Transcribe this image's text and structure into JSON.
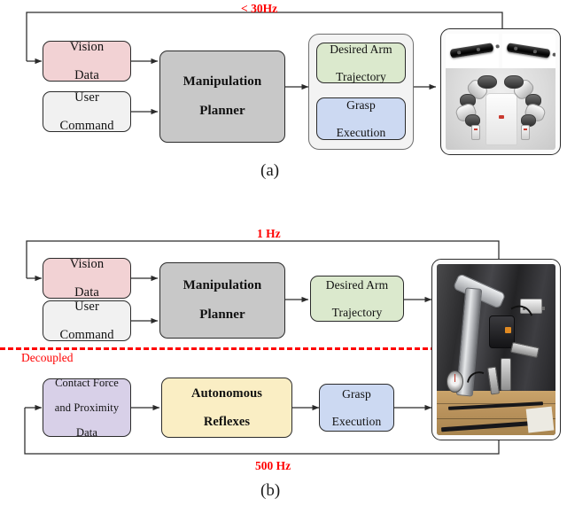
{
  "figure": {
    "panels": [
      {
        "id": "a",
        "caption": "(a)",
        "feedback_label": "< 30Hz",
        "nodes": [
          {
            "name": "vision-data",
            "label": "Vision\nData",
            "color": "#f2d2d4"
          },
          {
            "name": "user-command",
            "label": "User\nCommand",
            "color": "#f1f1f1"
          },
          {
            "name": "manipulation-planner",
            "label": "Manipulation\nPlanner",
            "color": "#c8c8c8"
          },
          {
            "name": "desired-arm-trajectory",
            "label": "Desired Arm\nTrajectory",
            "color": "#dbe9cd"
          },
          {
            "name": "grasp-execution",
            "label": "Grasp\nExecution",
            "color": "#ccd9f2"
          }
        ],
        "robot_photo": "dual-arm-robot-with-stereo-cameras"
      },
      {
        "id": "b",
        "caption": "(b)",
        "feedback_label_top": "1 Hz",
        "feedback_label_bottom": "500 Hz",
        "divider_label": "Decoupled",
        "nodes": [
          {
            "name": "vision-data",
            "label": "Vision\nData",
            "color": "#f2d2d4"
          },
          {
            "name": "user-command",
            "label": "User\nCommand",
            "color": "#f1f1f1"
          },
          {
            "name": "manipulation-planner",
            "label": "Manipulation\nPlanner",
            "color": "#c8c8c8"
          },
          {
            "name": "desired-arm-trajectory",
            "label": "Desired Arm\nTrajectory",
            "color": "#dbe9cd"
          },
          {
            "name": "contact-force-proximity-data",
            "label": "Contact Force\nand Proximity\nData",
            "color": "#d8d0e8"
          },
          {
            "name": "autonomous-reflexes",
            "label": "Autonomous\nReflexes",
            "color": "#faeec4"
          },
          {
            "name": "grasp-execution",
            "label": "Grasp\nExecution",
            "color": "#ccd9f2"
          }
        ],
        "robot_photo": "mobile-manipulator-arm-on-wooden-platform"
      }
    ],
    "colors": {
      "accent_red": "#ff0000",
      "vision": "#f2d2d4",
      "neutral": "#f1f1f1",
      "planner": "#c8c8c8",
      "trajectory": "#dbe9cd",
      "grasp": "#ccd9f2",
      "contact": "#d8d0e8",
      "reflex": "#faeec4",
      "wire": "#2b2b2b"
    }
  },
  "text": {
    "vision_data_l1": "Vision",
    "vision_data_l2": "Data",
    "user_command_l1": "User",
    "user_command_l2": "Command",
    "planner_l1": "Manipulation",
    "planner_l2": "Planner",
    "traj_l1": "Desired Arm",
    "traj_l2": "Trajectory",
    "grasp_l1": "Grasp",
    "grasp_l2": "Execution",
    "contact_l1": "Contact Force",
    "contact_l2": "and Proximity",
    "contact_l3": "Data",
    "reflex_l1": "Autonomous",
    "reflex_l2": "Reflexes",
    "freq_a": "< 30Hz",
    "freq_b_top": "1 Hz",
    "freq_b_bottom": "500 Hz",
    "decoupled": "Decoupled",
    "cap_a": "(a)",
    "cap_b": "(b)"
  }
}
